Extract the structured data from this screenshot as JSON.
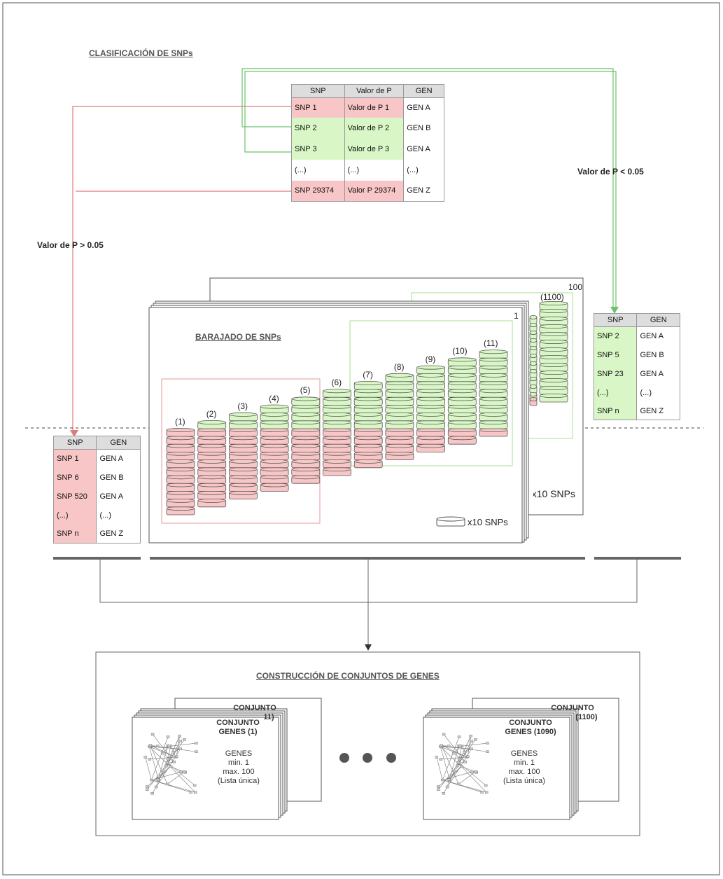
{
  "titles": {
    "clasificacion": "CLASIFICACIÓN DE SNPs",
    "barajado": "BARAJADO DE SNPs",
    "construccion": "CONSTRUCCIÓN DE CONJUNTOS DE GENES"
  },
  "branches": {
    "p_greater": "Valor de P > 0.05",
    "p_less": "Valor de P < 0.05"
  },
  "main_table": {
    "headers": [
      "SNP",
      "Valor de P",
      "GEN"
    ],
    "rows": [
      {
        "snp": "SNP 1",
        "p": "Valor de P 1",
        "gen": "GEN A",
        "status": "red"
      },
      {
        "snp": "SNP 2",
        "p": "Valor de P 2",
        "gen": "GEN B",
        "status": "green"
      },
      {
        "snp": "SNP 3",
        "p": "Valor de P 3",
        "gen": "GEN A",
        "status": "green"
      },
      {
        "snp": "(...)",
        "p": "(...)",
        "gen": "(...)",
        "status": "white"
      },
      {
        "snp": "SNP 29374",
        "p": "Valor P 29374",
        "gen": "GEN Z",
        "status": "red"
      }
    ]
  },
  "sig_table": {
    "headers": [
      "SNP",
      "GEN"
    ],
    "rows": [
      {
        "snp": "SNP 2",
        "gen": "GEN A"
      },
      {
        "snp": "SNP 5",
        "gen": "GEN B"
      },
      {
        "snp": "SNP 23",
        "gen": "GEN A"
      },
      {
        "snp": "(...)",
        "gen": "(...)"
      },
      {
        "snp": "SNP n",
        "gen": "GEN Z"
      }
    ]
  },
  "nonsig_table": {
    "headers": [
      "SNP",
      "GEN"
    ],
    "rows": [
      {
        "snp": "SNP 1",
        "gen": "GEN A"
      },
      {
        "snp": "SNP 6",
        "gen": "GEN B"
      },
      {
        "snp": "SNP 520",
        "gen": "GEN A"
      },
      {
        "snp": "(...)",
        "gen": "(...)"
      },
      {
        "snp": "SNP n",
        "gen": "GEN Z"
      }
    ]
  },
  "shuffle": {
    "front_page_number": "1",
    "back_page_number": "100",
    "back_stack_label": "(1100)",
    "back_legend": "x10 SNPs",
    "legend": "x10 SNPs",
    "stacks": [
      {
        "label": "(1)",
        "red": 11,
        "green": 0
      },
      {
        "label": "(2)",
        "red": 10,
        "green": 1
      },
      {
        "label": "(3)",
        "red": 9,
        "green": 2
      },
      {
        "label": "(4)",
        "red": 8,
        "green": 3
      },
      {
        "label": "(5)",
        "red": 7,
        "green": 4
      },
      {
        "label": "(6)",
        "red": 6,
        "green": 5
      },
      {
        "label": "(7)",
        "red": 5,
        "green": 6
      },
      {
        "label": "(8)",
        "red": 4,
        "green": 7
      },
      {
        "label": "(9)",
        "red": 3,
        "green": 8
      },
      {
        "label": "(10)",
        "red": 2,
        "green": 9
      },
      {
        "label": "(11)",
        "red": 1,
        "green": 10
      }
    ]
  },
  "gene_sets": {
    "left_front_title": "CONJUNTO\nGENES (1)",
    "left_back_title_line1": "CONJUNTO",
    "left_back_title_line2": "11)",
    "right_front_title": "CONJUNTO\nGENES (1090)",
    "right_back_title_line1": "CONJUNTO",
    "right_back_title_line2": "(1100)",
    "body": "GENES\nmin. 1\nmax. 100\n(Lista única)"
  },
  "colors": {
    "red_fill": "#f8c6c6",
    "green_fill": "#d9f7c6",
    "red_line": "#e07b7b",
    "green_line": "#6cc26c",
    "header_fill": "#dddddd"
  }
}
